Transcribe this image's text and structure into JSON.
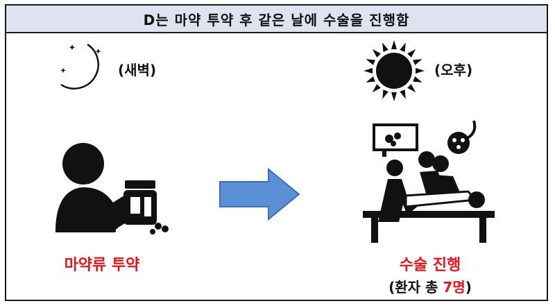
{
  "header": {
    "title": "D는 마약 투약 후 같은 날에 수술을 진행함"
  },
  "left": {
    "time_label": "(새벽)",
    "caption": "마약류 투약"
  },
  "right": {
    "time_label": "(오후)",
    "caption": "수술 진행",
    "patients_prefix": "(환자 총 ",
    "patients_count": "7명",
    "patients_suffix": ")"
  },
  "icons": [
    "moon-stars-icon",
    "sun-icon",
    "drug-use-person-icon",
    "arrow-right-icon",
    "surgery-team-icon"
  ],
  "colors": {
    "accent_red": "#e8141b",
    "arrow_blue": "#5b8fd6",
    "header_bg": "#dfe3f0"
  }
}
